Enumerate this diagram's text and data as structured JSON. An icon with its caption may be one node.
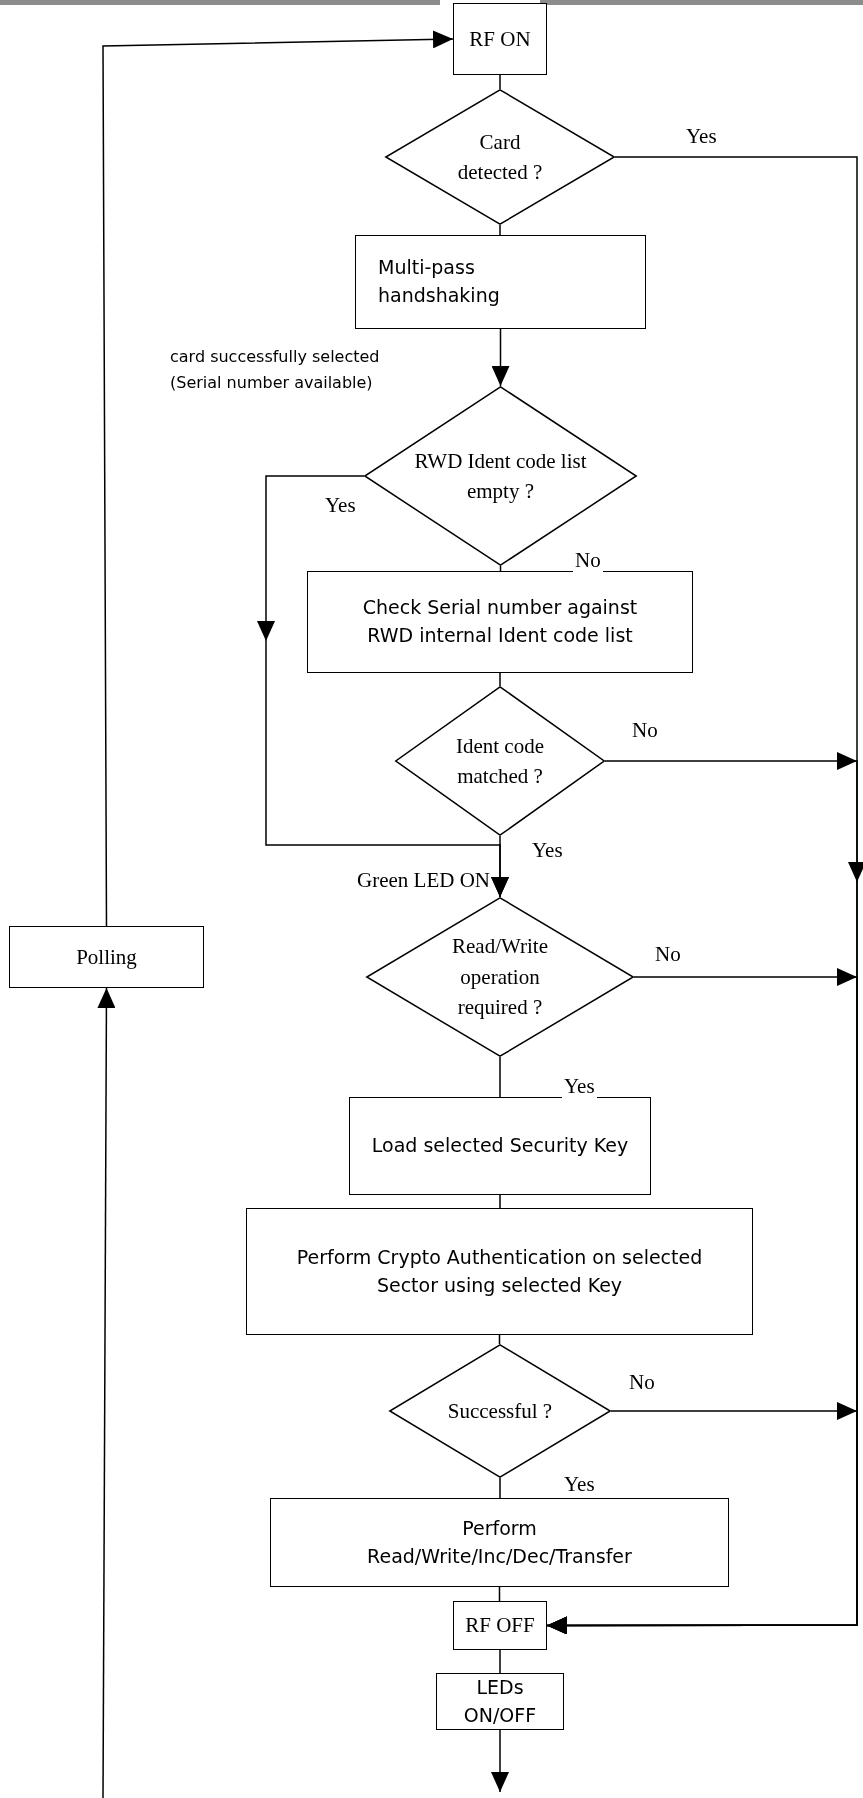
{
  "diagram": {
    "nodes": [
      {
        "text": [
          "RF ON"
        ]
      },
      {
        "text": [
          "Card detected ?"
        ]
      },
      {
        "text": [
          "Multi-pass handshaking"
        ]
      },
      {
        "text": [
          "RWD Ident code list empty ?"
        ]
      },
      {
        "text": [
          "Check Serial number against RWD internal Ident code list"
        ]
      },
      {
        "text": [
          "Ident code matched ?"
        ]
      },
      {
        "text": [
          "Read/Write operation required ?"
        ]
      },
      {
        "text": [
          "Polling"
        ]
      },
      {
        "text": [
          "Load selected Security Key"
        ]
      },
      {
        "text": [
          "Perform Crypto Authentication on selected Sector using selected Key"
        ]
      },
      {
        "text": [
          "Successful ?"
        ]
      },
      {
        "text": [
          "Perform Read/Write/Inc/Dec/Transfer"
        ]
      },
      {
        "text": [
          "RF OFF"
        ]
      },
      {
        "text": [
          "LEDs ON/OFF"
        ]
      }
    ],
    "edges": [
      {
        "from": 0,
        "to": 1,
        "arrow": "none"
      },
      {
        "from": 1,
        "to": 2,
        "arrow": "none"
      },
      {
        "from": 2,
        "to": 3,
        "arrow": "to"
      },
      {
        "from": 3,
        "to": 4,
        "arrow": "none",
        "label": "No"
      },
      {
        "from": 3,
        "to": 6,
        "arrow": "to",
        "label": "Yes"
      },
      {
        "from": 4,
        "to": 5,
        "arrow": "none"
      },
      {
        "from": 5,
        "to": 6,
        "arrow": "to",
        "label": "Yes"
      },
      {
        "from": 5,
        "to": 12,
        "arrow": "to",
        "label": "No"
      },
      {
        "from": 6,
        "to": 12,
        "arrow": "to",
        "label": "No"
      },
      {
        "from": 6,
        "to": 8,
        "arrow": "none",
        "label": "Yes"
      },
      {
        "from": 8,
        "to": 9,
        "arrow": "none"
      },
      {
        "from": 9,
        "to": 10,
        "arrow": "none"
      },
      {
        "from": 10,
        "to": 12,
        "arrow": "to",
        "label": "No"
      },
      {
        "from": 10,
        "to": 11,
        "arrow": "none",
        "label": "Yes"
      },
      {
        "from": 11,
        "to": 12,
        "arrow": "none"
      },
      {
        "from": 12,
        "to": 13,
        "arrow": "none"
      },
      {
        "from": 13,
        "to": null,
        "arrow": "to"
      },
      {
        "from": 1,
        "to": 12,
        "arrow": "to",
        "label": "Yes"
      },
      {
        "from": null,
        "to": 7,
        "arrow": "to"
      },
      {
        "from": 7,
        "to": 0,
        "arrow": "to"
      }
    ],
    "labels": [
      "card successfully selected (Serial number available)",
      "Green LED ON"
    ]
  }
}
